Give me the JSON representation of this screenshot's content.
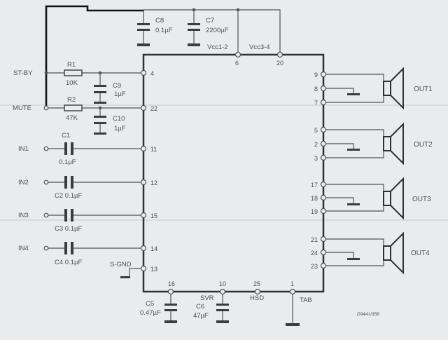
{
  "inputs": {
    "stby": "ST-BY",
    "mute": "MUTE",
    "in1": "IN1",
    "in2": "IN2",
    "in3": "IN3",
    "in4": "IN4"
  },
  "components": {
    "r1_name": "R1",
    "r1_val": "10K",
    "r2_name": "R2",
    "r2_val": "47K",
    "c1_name": "C1",
    "c1_val": "0.1µF",
    "c2_label": "C2 0.1µF",
    "c3_label": "C3 0.1µF",
    "c4_label": "C4 0.1µF",
    "c5_name": "C5",
    "c5_val": "0.47µF",
    "c6_name": "C6",
    "c6_val": "47µF",
    "c7_name": "C7",
    "c7_val": "2200µF",
    "c8_name": "C8",
    "c8_val": "0.1µF",
    "c9_name": "C9",
    "c9_val": "1µF",
    "c10_name": "C10",
    "c10_val": "1µF"
  },
  "chip": {
    "vcc12": "Vcc1-2",
    "vcc34": "Vcc3-4",
    "sgnd": "S-GND",
    "svr": "SVR",
    "hsd": "HSD",
    "tab": "TAB"
  },
  "pins": {
    "p4": "4",
    "p22": "22",
    "p11": "11",
    "p12": "12",
    "p15": "15",
    "p14": "14",
    "p13": "13",
    "p6": "6",
    "p20": "20",
    "p16": "16",
    "p10": "10",
    "p25": "25",
    "p1": "1",
    "p9": "9",
    "p8": "8",
    "p7": "7",
    "p5": "5",
    "p2": "2",
    "p3": "3",
    "p17": "17",
    "p18": "18",
    "p19": "19",
    "p21": "21",
    "p24": "24",
    "p23": "23"
  },
  "outputs": {
    "out1": "OUT1",
    "out2": "OUT2",
    "out3": "OUT3",
    "out4": "OUT4"
  },
  "footer": {
    "ref": "D94AU358"
  }
}
